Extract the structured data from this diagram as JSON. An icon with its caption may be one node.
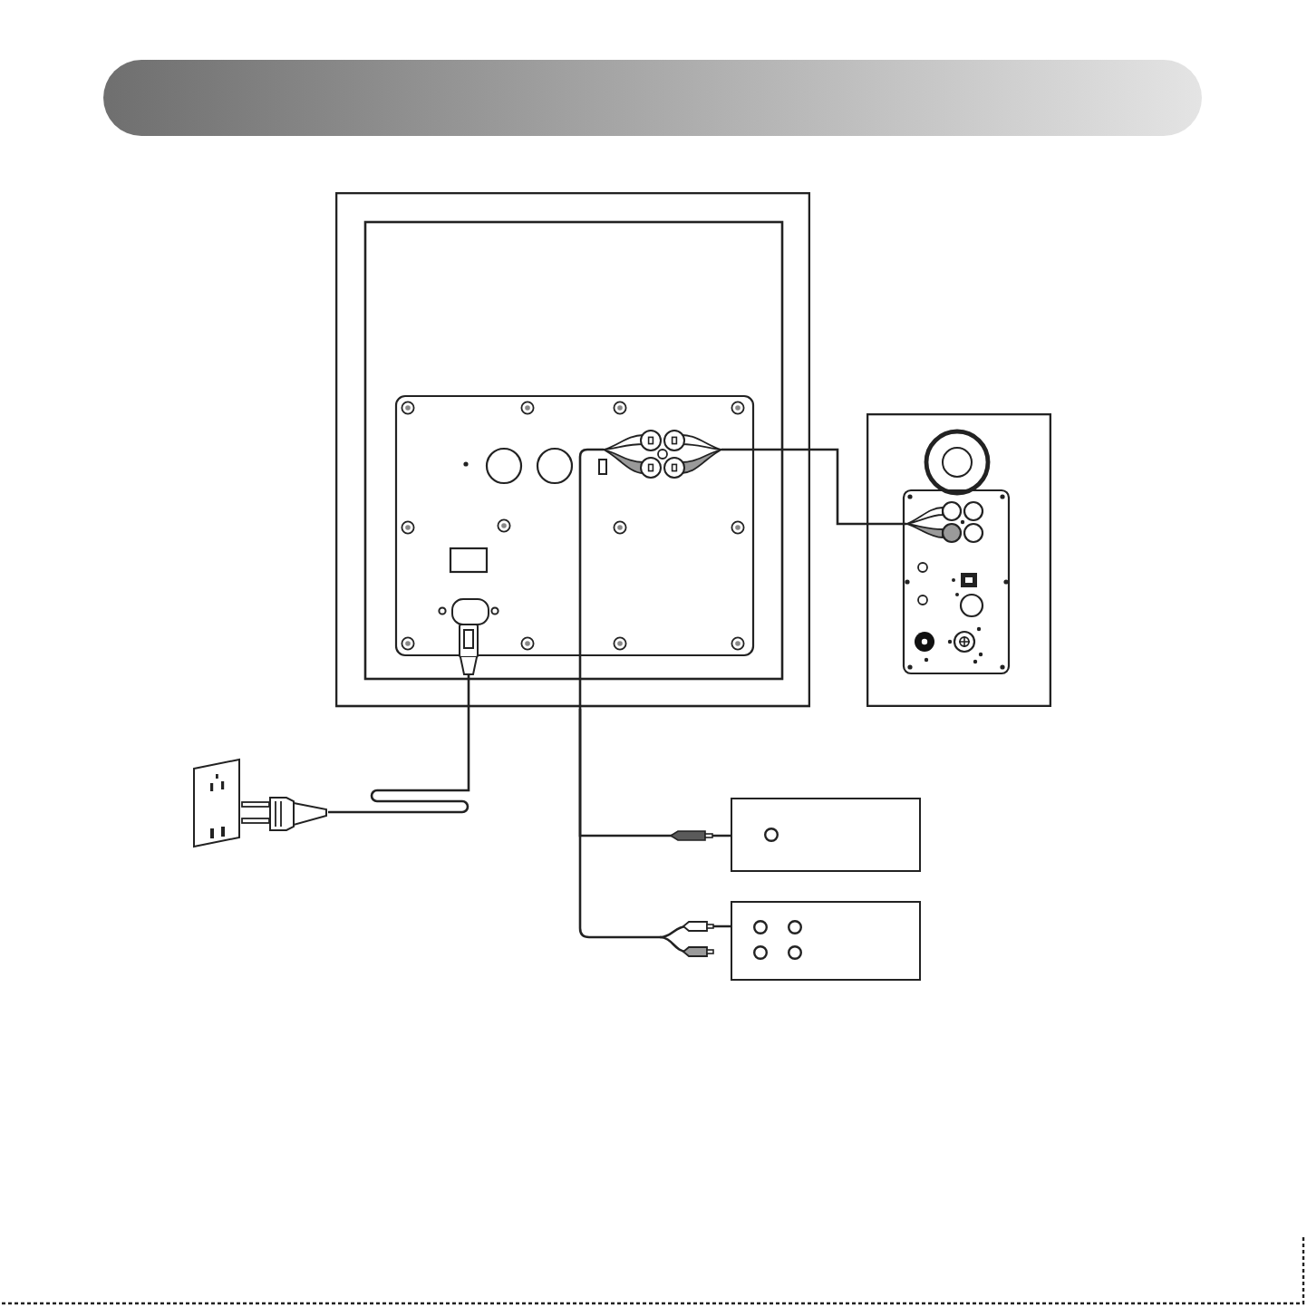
{
  "diagram": {
    "nodes": [
      {
        "text": [],
        "shape": "picture"
      },
      {
        "text": [],
        "shape": "picture"
      },
      {
        "text": [],
        "shape": "picture"
      },
      {
        "text": [],
        "shape": "box"
      },
      {
        "text": [],
        "shape": "box"
      }
    ],
    "edges": [
      {
        "from": 0,
        "to": 1,
        "arrow": "none"
      },
      {
        "from": 0,
        "to": 2,
        "arrow": "none"
      },
      {
        "from": 0,
        "to": 3,
        "arrow": "none"
      },
      {
        "from": 0,
        "to": 4,
        "arrow": "none"
      }
    ]
  }
}
